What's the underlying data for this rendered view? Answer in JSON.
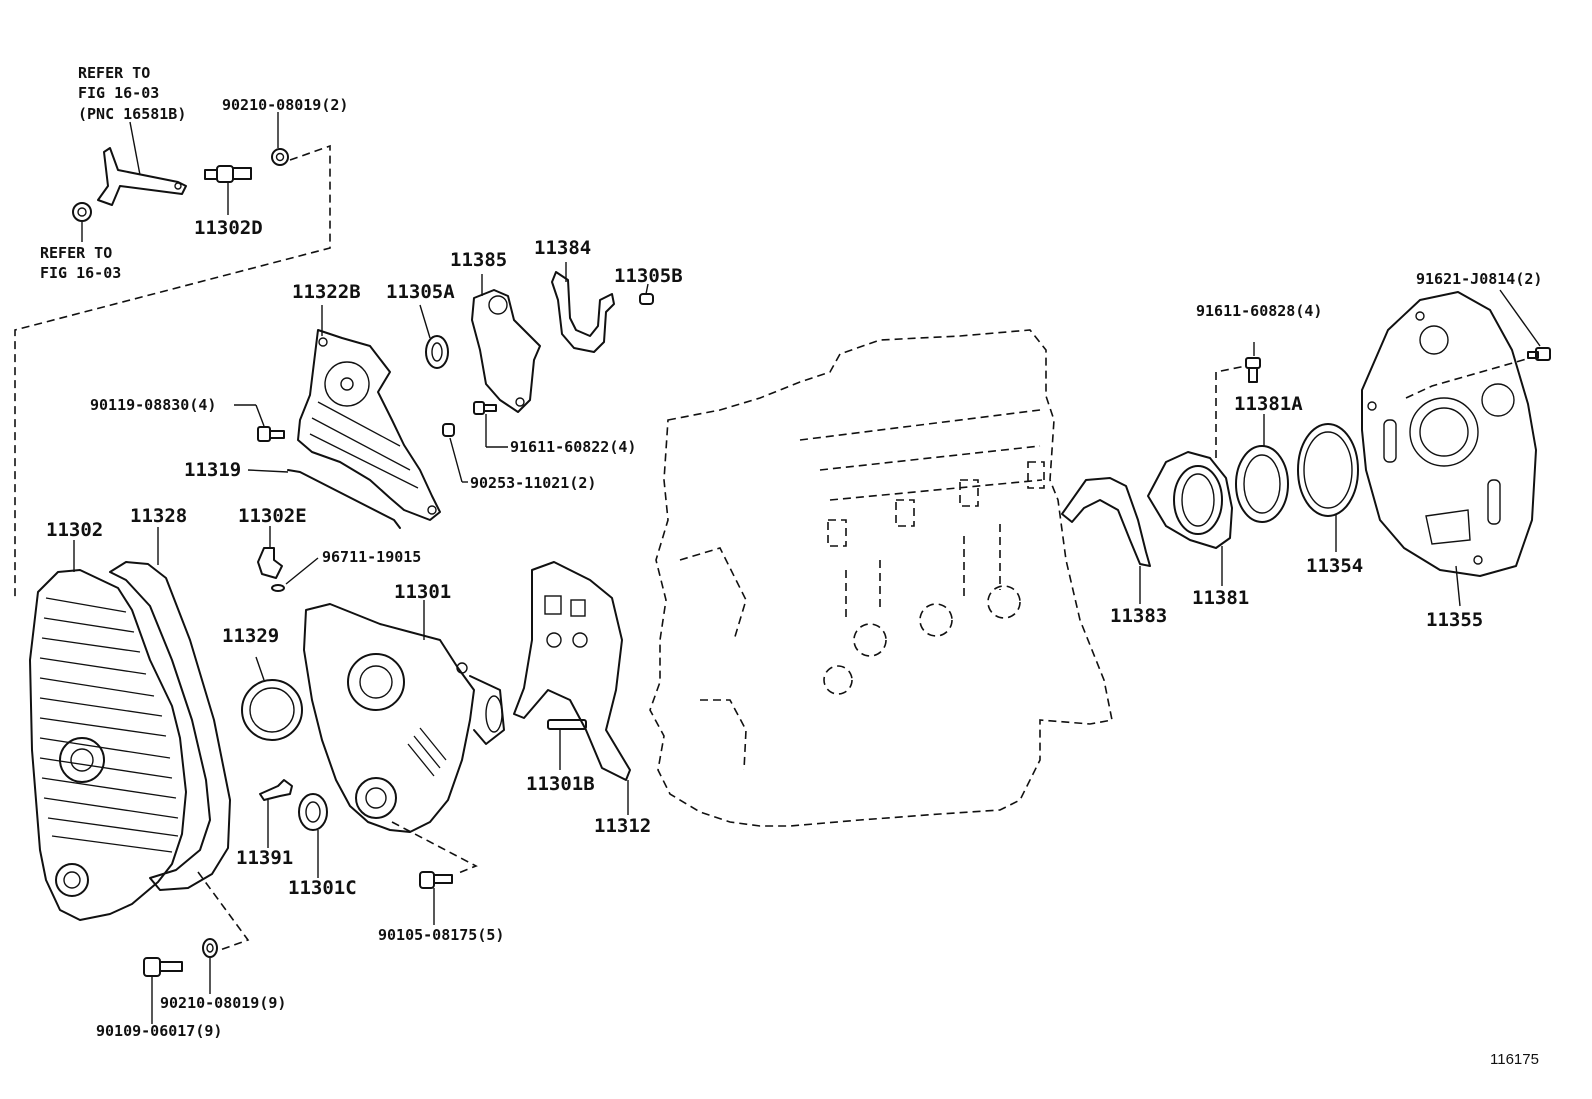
{
  "diagram": {
    "refs": {
      "top": [
        "REFER TO",
        "FIG 16-03",
        "(PNC 16581B)"
      ],
      "bottom": [
        "REFER TO",
        "FIG 16-03"
      ]
    },
    "labels": {
      "p90210_08019_top": "90210-08019(2)",
      "p11302D": "11302D",
      "p11322B": "11322B",
      "p11305A": "11305A",
      "p11385": "11385",
      "p11384": "11384",
      "p11305B": "11305B",
      "p91611_60828": "91611-60828(4)",
      "p91621_J0814": "91621-J0814(2)",
      "p90119_08830": "90119-08830(4)",
      "p91611_60822": "91611-60822(4)",
      "p90253_11021": "90253-11021(2)",
      "p11319": "11319",
      "p11302E": "11302E",
      "p96711_19015": "96711-19015",
      "p11302": "11302",
      "p11328": "11328",
      "p11301": "11301",
      "p11329": "11329",
      "p11301B": "11301B",
      "p11312": "11312",
      "p11391": "11391",
      "p11301C": "11301C",
      "p90105_08175": "90105-08175(5)",
      "p90210_08019_bottom": "90210-08019(9)",
      "p90109_06017": "90109-06017(9)",
      "p11381A": "11381A",
      "p11383": "11383",
      "p11381": "11381",
      "p11354": "11354",
      "p11355": "11355"
    },
    "figure_number": "116175"
  }
}
